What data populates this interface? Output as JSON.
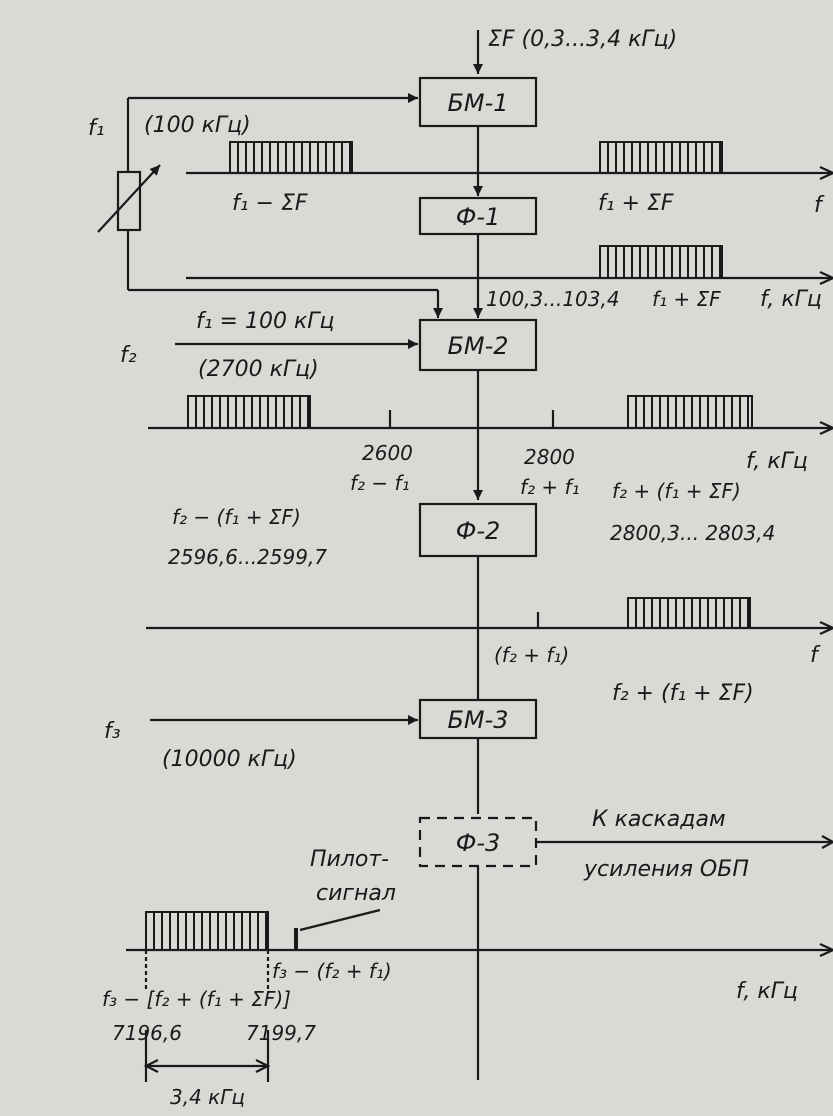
{
  "input_label": "ΣF (0,3...3,4 кГц)",
  "f1_label": "f₁",
  "f1_freq": "(100 кГц)",
  "f2_label": "f₂",
  "f2_freq": "(2700 кГц)",
  "f3_label": "f₃",
  "f3_freq": "(10000 кГц)",
  "f1_eq": "f₁ = 100 кГц",
  "blocks": {
    "bm1": "БМ-1",
    "f1": "Ф-1",
    "bm2": "БМ-2",
    "f2": "Ф-2",
    "bm3": "БМ-3",
    "f3": "Ф-3"
  },
  "axes": {
    "a1": "f",
    "a2": "f, кГц",
    "a3": "f, кГц",
    "a4": "f",
    "a5": "f, кГц"
  },
  "spectrum1": {
    "lower": "f₁ − ΣF",
    "upper": "f₁ + ΣF"
  },
  "spectrum2": {
    "range": "100,3...103,4",
    "upper": "f₁ + ΣF"
  },
  "spectrum3": {
    "tick1": "2600",
    "tick1_sub": "f₂ − f₁",
    "tick2": "2800",
    "tick2_sub": "f₂ + f₁",
    "lower": "f₂ − (f₁ + ΣF)",
    "lower_range": "2596,6...2599,7",
    "upper": "f₂ + (f₁ + ΣF)",
    "upper_range": "2800,3... 2803,4"
  },
  "spectrum4": {
    "tick": "(f₂ + f₁)",
    "upper": "f₂ + (f₁ + ΣF)"
  },
  "output_label_1": "К каскадам",
  "output_label_2": "усиления ОБП",
  "pilot_1": "Пилот-",
  "pilot_2": "сигнал",
  "spectrum5": {
    "pilot_expr": "f₃ − (f₂ + f₁)",
    "band": "f₃ − [f₂ + (f₁ + ΣF)]",
    "low": "7196,6",
    "high": "7199,7",
    "width": "3,4 кГц"
  },
  "colors": {
    "ink": "#1a1a1a",
    "paper": "#d9d9d6"
  }
}
